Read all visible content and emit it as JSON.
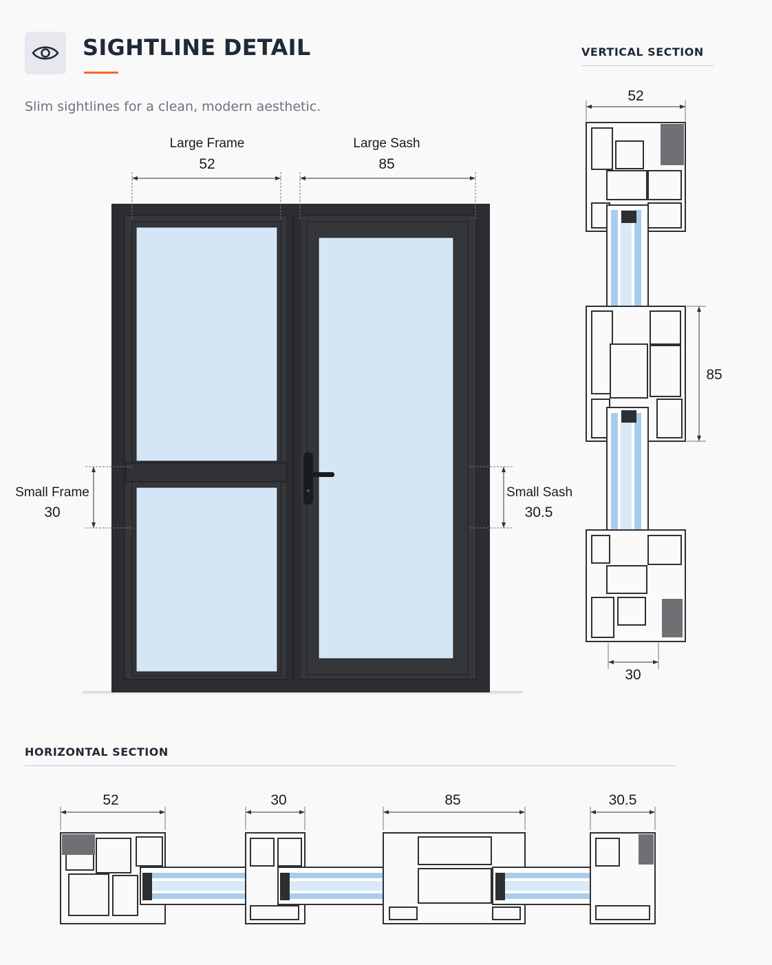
{
  "header": {
    "icon": "eye-icon",
    "title": "SIGHTLINE DETAIL",
    "subtitle": "Slim sightlines for a clean, modern aesthetic.",
    "accent_color": "#f26b21"
  },
  "elevation": {
    "large_frame": {
      "label": "Large Frame",
      "value": "52"
    },
    "large_sash": {
      "label": "Large Sash",
      "value": "85"
    },
    "small_frame": {
      "label": "Small Frame",
      "value": "30"
    },
    "small_sash": {
      "label": "Small Sash",
      "value": "30.5"
    },
    "frame_color": "#2b2d30",
    "glass_color": "#d4e6f5"
  },
  "vertical_section": {
    "title": "VERTICAL SECTION",
    "dim_top": "52",
    "dim_side": "85",
    "dim_bottom": "30"
  },
  "horizontal_section": {
    "title": "HORIZONTAL SECTION",
    "dims": [
      "52",
      "30",
      "85",
      "30.5"
    ]
  }
}
